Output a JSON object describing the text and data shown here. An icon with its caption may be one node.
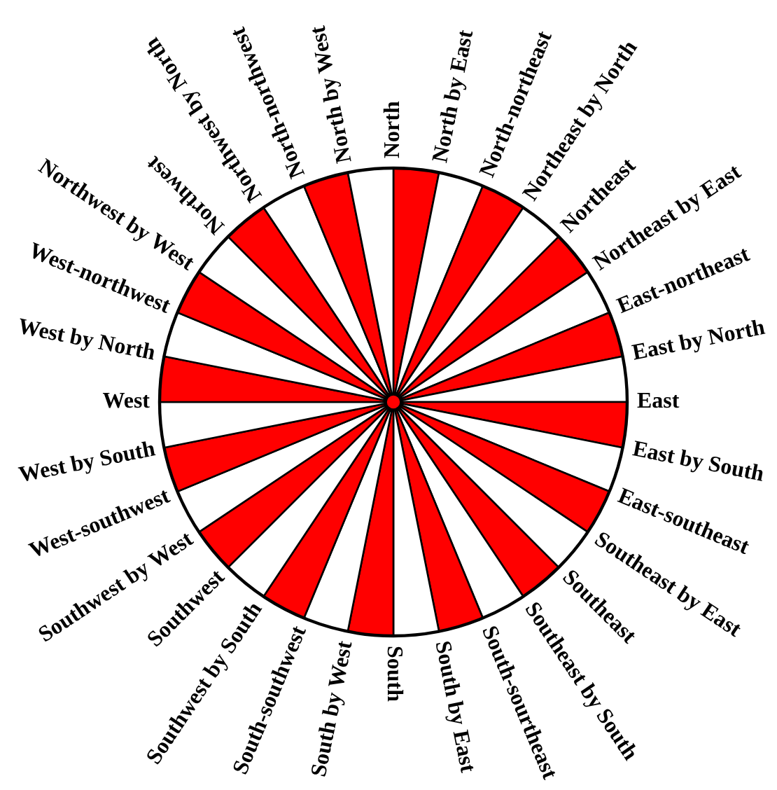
{
  "diagram": {
    "labels": [
      "West",
      "West by North",
      "West-northwest",
      "Northwest by West",
      "Northwest",
      "Northwest by North",
      "North-northwest",
      "North by West",
      "North",
      "North by East",
      "North-northeast",
      "Northeast by North",
      "Northeast",
      "Northeast by East",
      "East-northeast",
      "East by North",
      "East",
      "West by South",
      "West-southwest",
      "Southwest by West",
      "Southwest",
      "Southwest by South",
      "South-southwest",
      "South by West",
      "South",
      "South by East",
      "South-sourtheast",
      "Southeast by South",
      "Southeast",
      "Southeast by East",
      "East-southeast",
      "East by South"
    ]
  }
}
